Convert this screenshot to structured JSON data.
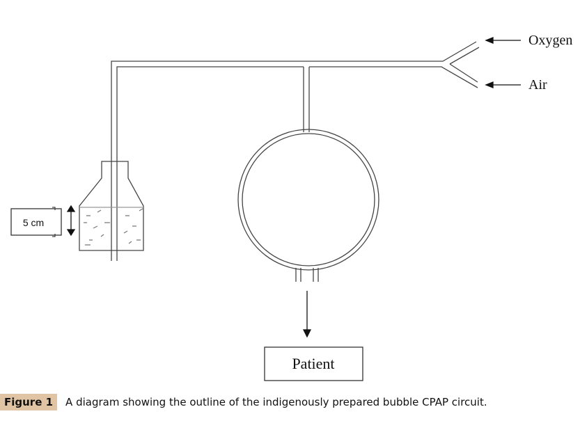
{
  "labels": {
    "oxygen": "Oxygen",
    "air": "Air",
    "patient": "Patient",
    "depth": "5 cm"
  },
  "caption": {
    "figure_label": "Figure 1",
    "text": "A diagram showing the outline of the indigenously prepared bubble CPAP circuit."
  }
}
